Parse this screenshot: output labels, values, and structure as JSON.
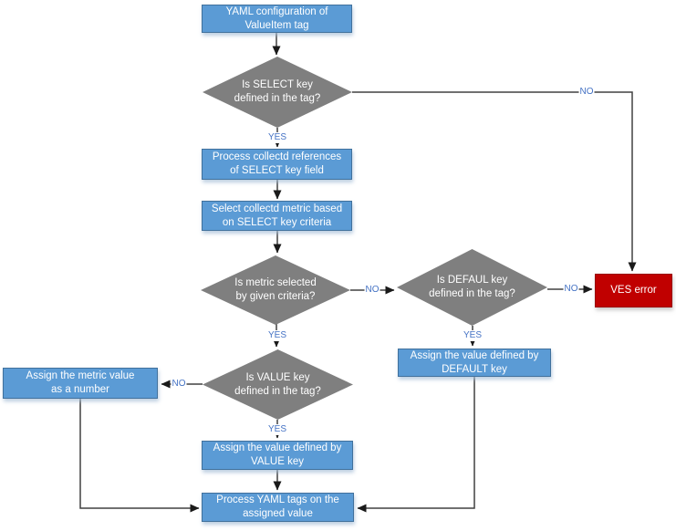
{
  "diagram": {
    "type": "flowchart",
    "nodes": {
      "start": {
        "label": "YAML configuration of\nValueItem tag",
        "kind": "process"
      },
      "select_key": {
        "label": "Is SELECT key\ndefined in the tag?",
        "kind": "decision"
      },
      "process_refs": {
        "label": "Process collectd references\nof SELECT key field",
        "kind": "process"
      },
      "select_metric": {
        "label": "Select collectd metric based\non SELECT key criteria",
        "kind": "process"
      },
      "metric_selected": {
        "label": "Is metric selected\nby given criteria?",
        "kind": "decision"
      },
      "defaul_key": {
        "label": "Is DEFAUL key\ndefined in the tag?",
        "kind": "decision"
      },
      "ves_error": {
        "label": "VES error",
        "kind": "error"
      },
      "assign_default": {
        "label": "Assign the value defined by\nDEFAULT key",
        "kind": "process"
      },
      "value_key": {
        "label": "Is VALUE key\ndefined in the tag?",
        "kind": "decision"
      },
      "assign_metric": {
        "label": "Assign the metric value\nas a number",
        "kind": "process"
      },
      "assign_value": {
        "label": "Assign the value defined by\nVALUE key",
        "kind": "process"
      },
      "process_tags": {
        "label": "Process YAML tags on the\nassigned value",
        "kind": "process"
      }
    },
    "edge_labels": {
      "yes": "YES",
      "no": "NO"
    },
    "colors": {
      "process_fill": "#5B9BD5",
      "process_border": "#41719C",
      "decision_fill": "#7F7F7F",
      "error_fill": "#C00000",
      "error_border": "#990000",
      "connector": "#404040",
      "arrowhead": "#1A1A1A",
      "edge_label_text": "#4472C4",
      "node_text": "#FFFFFF"
    }
  }
}
